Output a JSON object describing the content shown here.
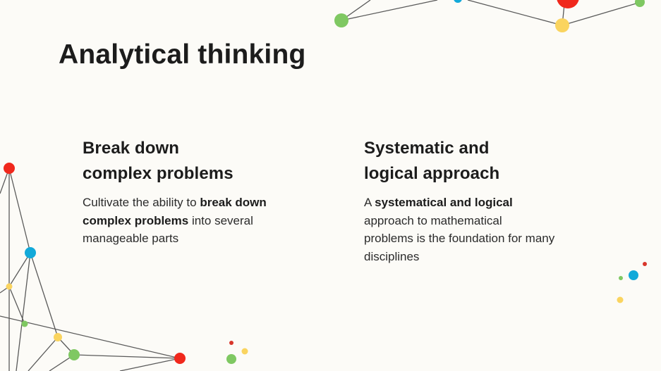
{
  "slide": {
    "title": "Analytical thinking",
    "columns": [
      {
        "heading_lines": [
          "Break down",
          "complex problems"
        ],
        "body_lines": [
          [
            {
              "text": "Cultivate the ability to ",
              "bold": false
            },
            {
              "text": "break down",
              "bold": true
            }
          ],
          [
            {
              "text": "complex problems",
              "bold": true
            },
            {
              "text": " into several",
              "bold": false
            }
          ],
          [
            {
              "text": "manageable parts",
              "bold": false
            }
          ]
        ]
      },
      {
        "heading_lines": [
          "Systematic and",
          "logical approach"
        ],
        "body_lines": [
          [
            {
              "text": "A ",
              "bold": false
            },
            {
              "text": "systematical and logical",
              "bold": true
            }
          ],
          [
            {
              "text": "approach to mathematical",
              "bold": false
            }
          ],
          [
            {
              "text": "problems is the foundation for many",
              "bold": false
            }
          ],
          [
            {
              "text": "disciplines",
              "bold": false
            }
          ]
        ]
      }
    ]
  },
  "colors": {
    "background": "#fcfbf7",
    "text": "#1c1c1c",
    "line": "#5a5a5a",
    "red": "#f0281c",
    "blue": "#12a9d9",
    "yellow": "#fad45f",
    "green": "#7fc862"
  },
  "decor_icons": [
    "network-graph-top-right",
    "network-graph-bottom-left",
    "dot-cluster-bottom-center",
    "dot-cluster-right"
  ]
}
